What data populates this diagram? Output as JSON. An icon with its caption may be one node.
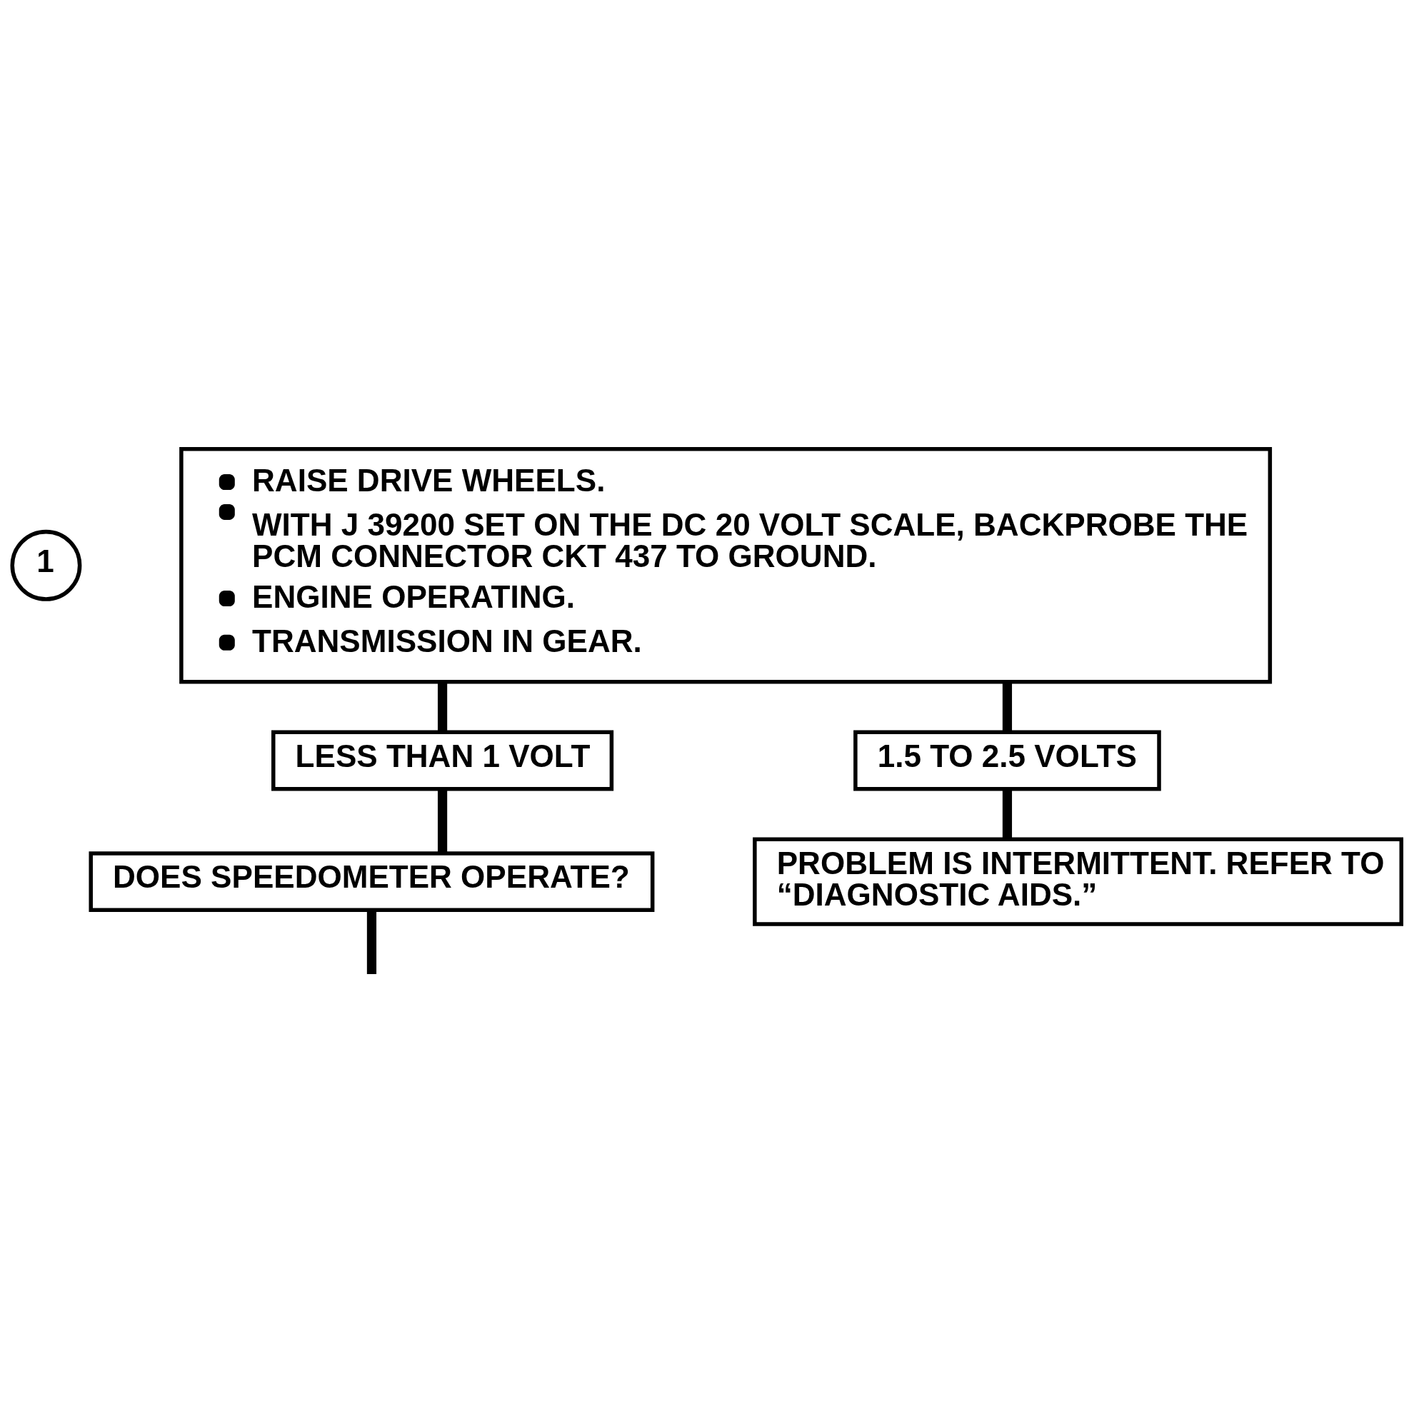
{
  "diagram": {
    "nodes": [
      {
        "text": [
          "1"
        ]
      },
      {
        "text": [
          "RAISE DRIVE WHEELS.",
          "WITH J 39200 SET ON THE DC 20 VOLT SCALE, BACKPROBE THE PCM CONNECTOR CKT 437 TO GROUND.",
          "ENGINE OPERATING.",
          "TRANSMISSION IN GEAR."
        ]
      },
      {
        "text": [
          "LESS THAN 1 VOLT"
        ]
      },
      {
        "text": [
          "DOES SPEEDOMETER OPERATE?"
        ]
      },
      {
        "text": [
          "1.5 TO 2.5 VOLTS"
        ]
      },
      {
        "text": [
          "PROBLEM IS INTERMITTENT. REFER TO “DIAGNOSTIC AIDS.”"
        ]
      }
    ],
    "edges": [
      {
        "from": 1,
        "to": 2,
        "arrow": "none"
      },
      {
        "from": 1,
        "to": 4,
        "arrow": "none"
      },
      {
        "from": 2,
        "to": 3,
        "arrow": "none"
      },
      {
        "from": 4,
        "to": 5,
        "arrow": "none"
      },
      {
        "from": 3,
        "to": null,
        "arrow": "none"
      }
    ]
  }
}
